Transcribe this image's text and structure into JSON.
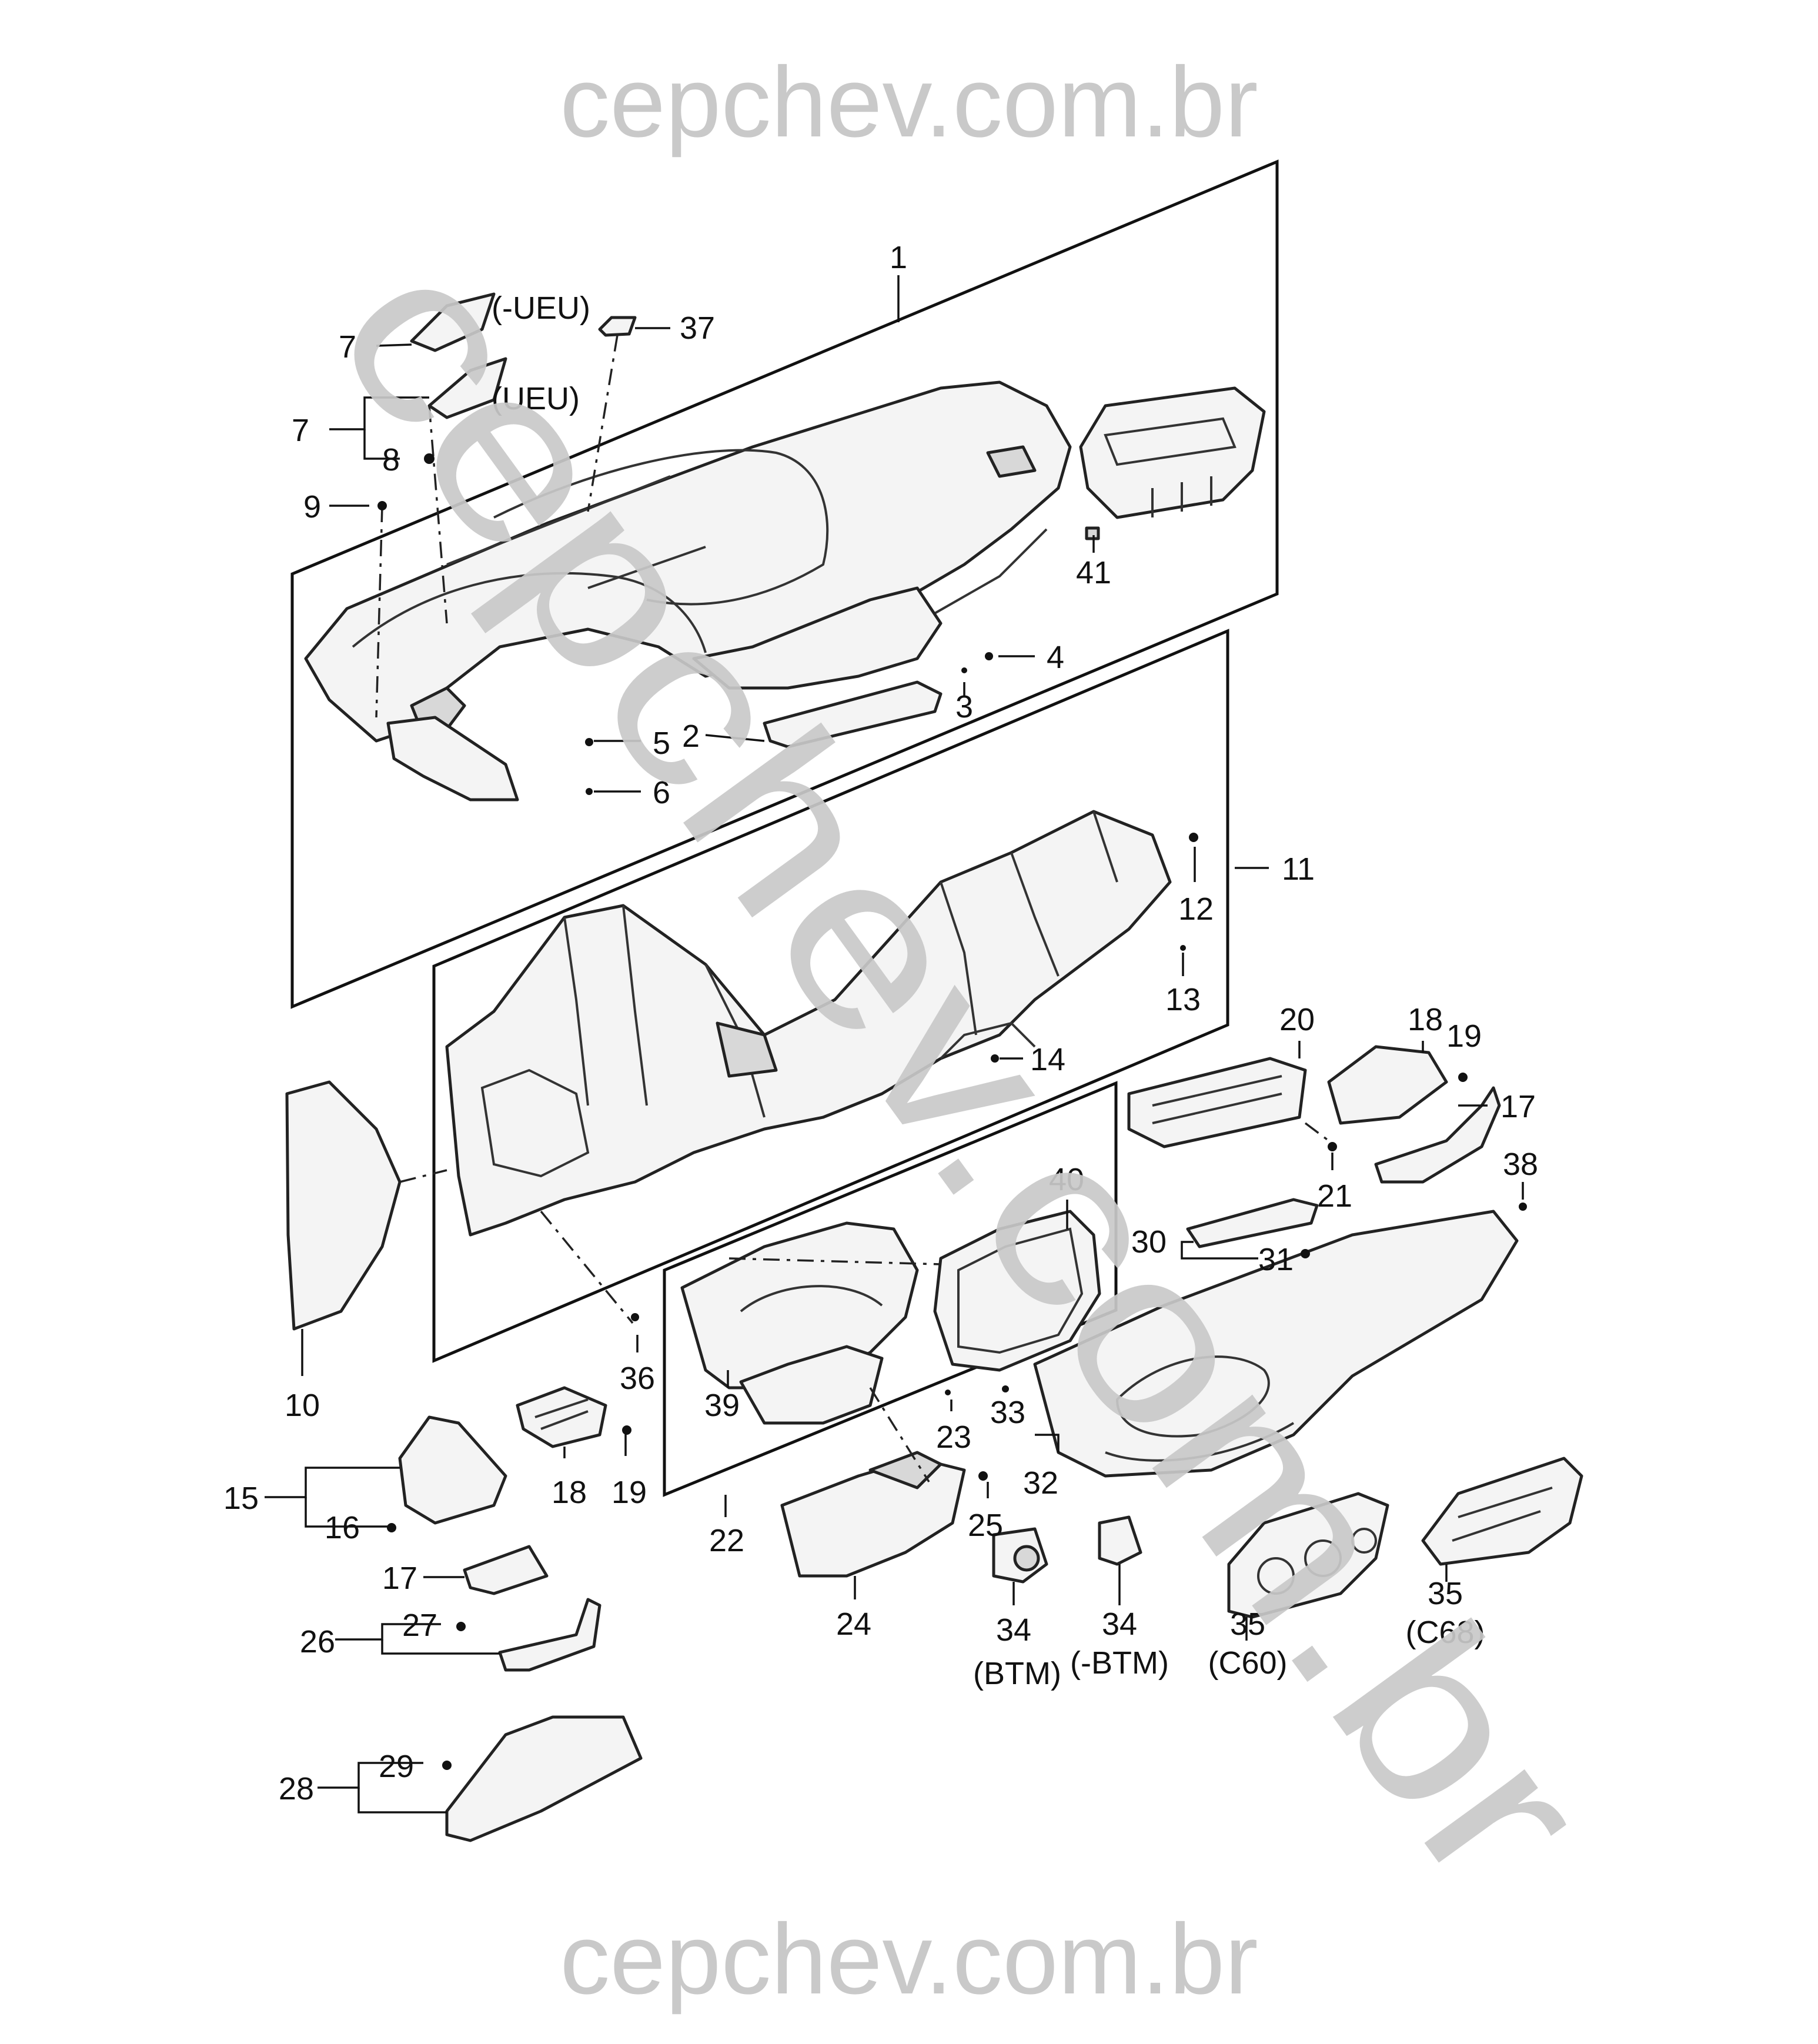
{
  "watermark": {
    "top": "cepchev.com.br",
    "bottom": "cepchev.com.br",
    "diagonal": "cepchev.com.br",
    "color": "#c9c9c9"
  },
  "labels": {
    "p1": "1",
    "p2": "2",
    "p3": "3",
    "p4": "4",
    "p5": "5",
    "p6": "6",
    "p7_a": "7",
    "p7_b": "7",
    "p8": "8",
    "p9": "9",
    "p10": "10",
    "p11": "11",
    "p12": "12",
    "p13": "13",
    "p14": "14",
    "p15": "15",
    "p16": "16",
    "p17_a": "17",
    "p17_b": "17",
    "p18_a": "18",
    "p18_b": "18",
    "p19_a": "19",
    "p19_b": "19",
    "p20": "20",
    "p21": "21",
    "p22": "22",
    "p23": "23",
    "p24": "24",
    "p25": "25",
    "p26": "26",
    "p27": "27",
    "p28": "28",
    "p29": "29",
    "p30": "30",
    "p31": "31",
    "p32": "32",
    "p33": "33",
    "p34_a": "34",
    "p34_b": "34",
    "p35_a": "35",
    "p35_b": "35",
    "p36": "36",
    "p37": "37",
    "p38": "38",
    "p39": "39",
    "p40": "40",
    "p41": "41"
  },
  "variants": {
    "neg_ueu": "(-UEU)",
    "ueu": "(UEU)",
    "btm": "(BTM)",
    "neg_btm": "(-BTM)",
    "c60": "(C60)",
    "c68": "(C68)"
  }
}
